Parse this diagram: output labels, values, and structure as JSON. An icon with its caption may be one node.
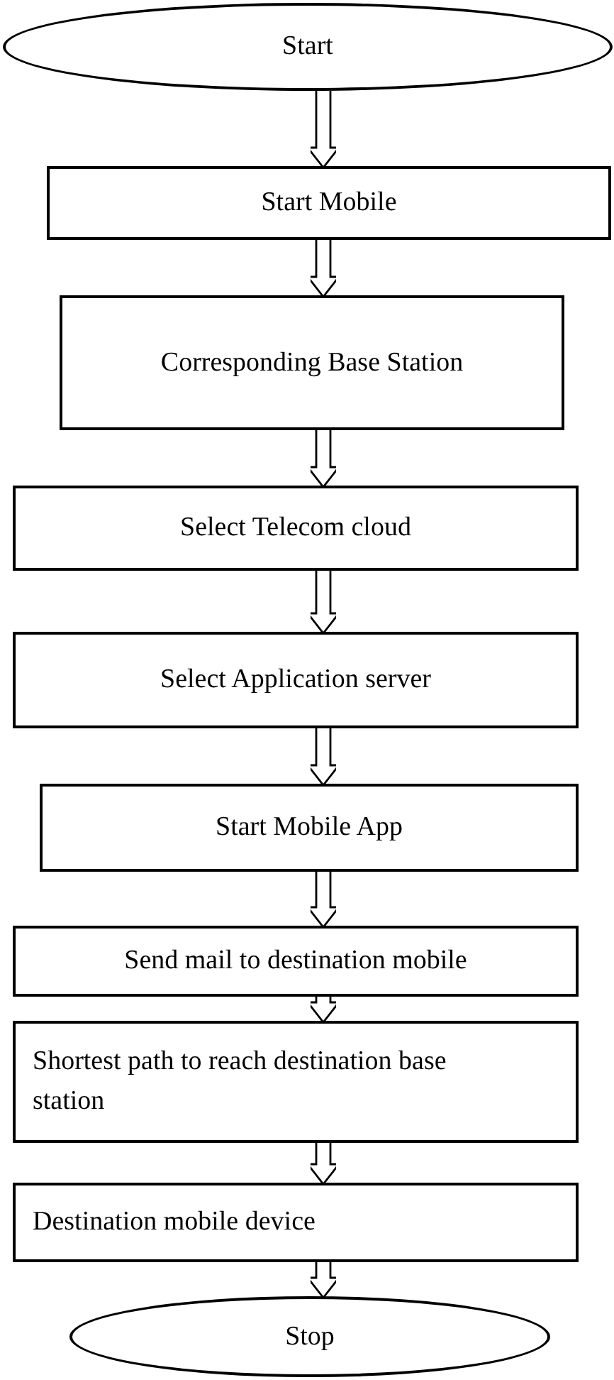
{
  "diagram": {
    "nodes": [
      {
        "text": [
          "Start"
        ]
      },
      {
        "text": [
          "Start Mobile"
        ]
      },
      {
        "text": [
          "Corresponding Base Station"
        ]
      },
      {
        "text": [
          "Select Telecom cloud"
        ]
      },
      {
        "text": [
          "Select Application server"
        ]
      },
      {
        "text": [
          "Start Mobile App"
        ]
      },
      {
        "text": [
          "Send mail to destination mobile"
        ]
      },
      {
        "text": [
          "Shortest path to reach destination base station"
        ]
      },
      {
        "text": [
          "Destination mobile device"
        ]
      },
      {
        "text": [
          "Stop"
        ]
      }
    ],
    "edges": [
      {
        "from": 0,
        "to": 1,
        "arrow": "to"
      },
      {
        "from": 1,
        "to": 2,
        "arrow": "to"
      },
      {
        "from": 2,
        "to": 3,
        "arrow": "to"
      },
      {
        "from": 3,
        "to": 4,
        "arrow": "to"
      },
      {
        "from": 4,
        "to": 5,
        "arrow": "to"
      },
      {
        "from": 5,
        "to": 6,
        "arrow": "to"
      },
      {
        "from": 6,
        "to": 7,
        "arrow": "to"
      },
      {
        "from": 7,
        "to": 8,
        "arrow": "to"
      },
      {
        "from": 8,
        "to": 9,
        "arrow": "to"
      }
    ]
  }
}
